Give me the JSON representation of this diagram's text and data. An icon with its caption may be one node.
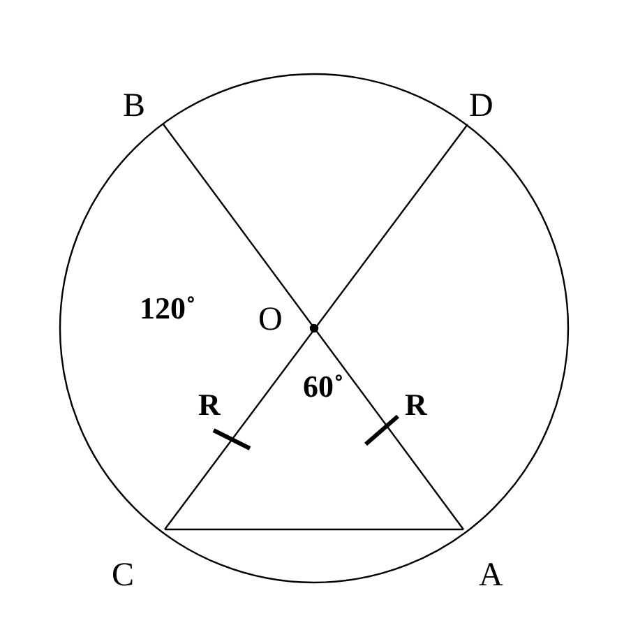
{
  "diagram": {
    "labels": [
      "B",
      "D",
      "120˚",
      "O",
      "R",
      "60˚",
      "R",
      "C",
      "A"
    ]
  }
}
